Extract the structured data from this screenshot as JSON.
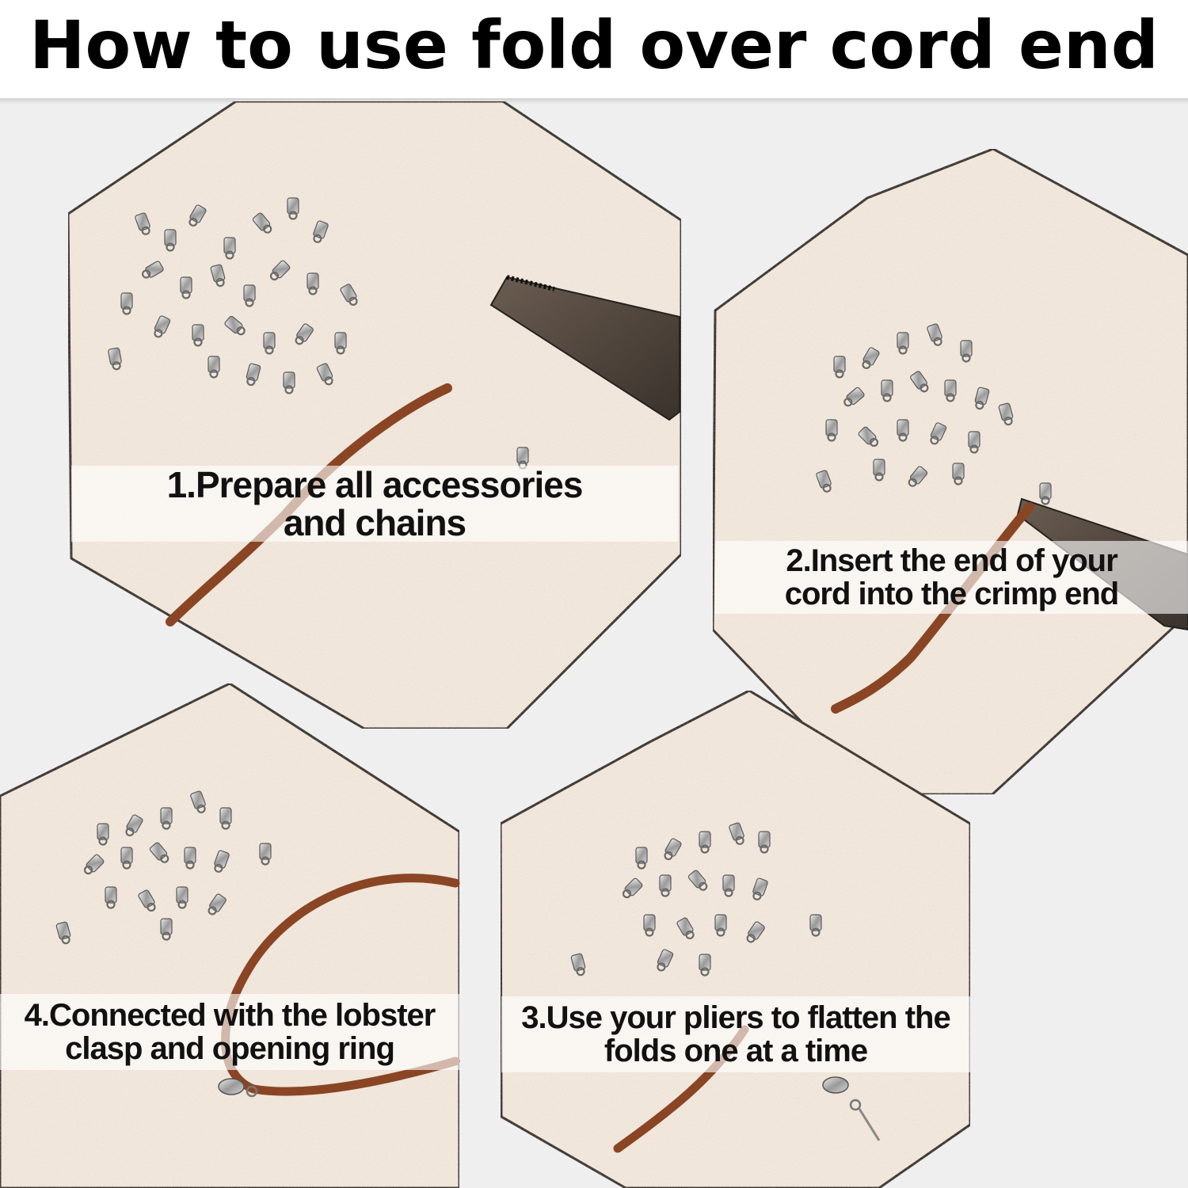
{
  "title": "How to use fold over cord end",
  "steps": [
    {
      "lines": [
        "1.Prepare all accessories",
        "and chains"
      ]
    },
    {
      "lines": [
        "2.Insert the end of your",
        "cord into the crimp end"
      ]
    },
    {
      "lines": [
        "3.Use your pliers to flatten the",
        "folds one at a time"
      ]
    },
    {
      "lines": [
        "4.Connected with the lobster",
        "clasp and opening ring"
      ]
    }
  ],
  "colors": {
    "background": "#efefef",
    "panel": "#f5ebe0",
    "cord": "#8a4524",
    "metal": "#b8b8b8",
    "pliers": "#4a4038"
  }
}
